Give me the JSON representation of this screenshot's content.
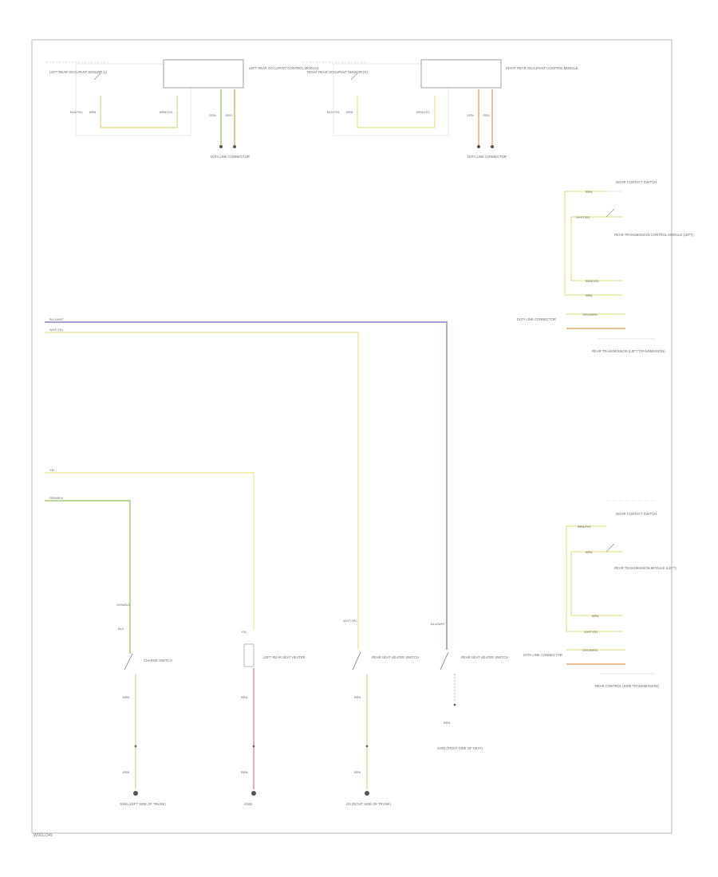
{
  "diagram": {
    "modules": {
      "left_sensor": "LEFT REAR OCCUPANT SENSOR (L)",
      "left_control": "LEFT REAR OCCUPANT CONTROL MODULE",
      "right_sensor": "RIGHT REAR OCCUPANT SENSOR (R)",
      "right_control": "RIGHT REAR OCCUPANT CONTROL MODULE",
      "door_switch_1": "DOOR CONTACT SWITCH",
      "trans_module": "REAR TRANSMISSION CONTROL MODULE (LEFT)",
      "trans_footer": "REAR TRANSMISSION (LEFT TRANSMISSION)",
      "door_switch_2": "DOOR CONTACT SWITCH",
      "rear_module": "REAR TRANSMISSION MODULE (LEFT)",
      "rear_footer": "REAR CONTROL (SIDE TRANSMISSION)"
    },
    "wire_labels": {
      "l_sensor_a": "BLK/YEL",
      "l_sensor_b": "BRN",
      "l_ctrl_a": "BRN/YEL",
      "l_ctrl_b": "GRN",
      "l_ctrl_c": "ORG",
      "r_sensor_a": "BLK/YEL",
      "r_sensor_b": "BRN",
      "r_ctrl_a": "BRN/YEL",
      "r_ctrl_b": "GRN",
      "r_ctrl_c": "ORG",
      "main_1": "BLU/WHT",
      "main_2": "WHT/YEL",
      "main_3": "YEL",
      "main_4": "GRN/BLK",
      "tr_1": "BRN",
      "tr_2": "WHT/YEL",
      "tr_3": "BRN/YEL",
      "tr_4": "BRN",
      "tr_5": "ORG/BRN",
      "br_1": "BRN/YEL",
      "br_2": "BRN",
      "br_3": "BRN",
      "br_4": "WHT/YEL",
      "br_5": "ORG/BRN",
      "col1_top": "GRN/BLK",
      "col1_mid": "BLK",
      "col1_bot": "BRN",
      "col1_bot2": "BRN",
      "col2_top": "YEL",
      "col2_bot": "BRN",
      "col2_bot2": "BRN",
      "col3_top": "WHT/YEL",
      "col3_bot": "BRN",
      "col3_bot2": "BRN",
      "col4_top": "BLU/WHT",
      "col4_bot": "BRN"
    },
    "connectors": {
      "left_data": "DATA LINK CONNECTOR",
      "right_data": "DATA LINK CONNECTOR",
      "trans_data": "DATA LINK CONNECTOR",
      "rear_data": "DATA LINK CONNECTOR"
    },
    "components": {
      "switch1": "CHARGE SWITCH",
      "lamp": "LEFT REAR SEAT HEATER",
      "switch3": "REAR SEAT HEATER SWITCH",
      "switch4": "REAR SEAT HEATER SWITCH"
    },
    "grounds": {
      "g1": "G301 (LEFT SIDE OF TRUNK)",
      "g2": "G302",
      "g3": "G3 (RIGHT SIDE OF TRUNK)",
      "g4": "G303 (RIGHT SIDE OF SEAT)"
    },
    "ref_code": "W0012345",
    "colors": {
      "yellow": "#e8e6a0",
      "orange": "#e0a86a",
      "green": "#9bcf6a",
      "purple": "#8585c5",
      "red": "#f28a8a",
      "gray": "#9a9a9a"
    }
  }
}
